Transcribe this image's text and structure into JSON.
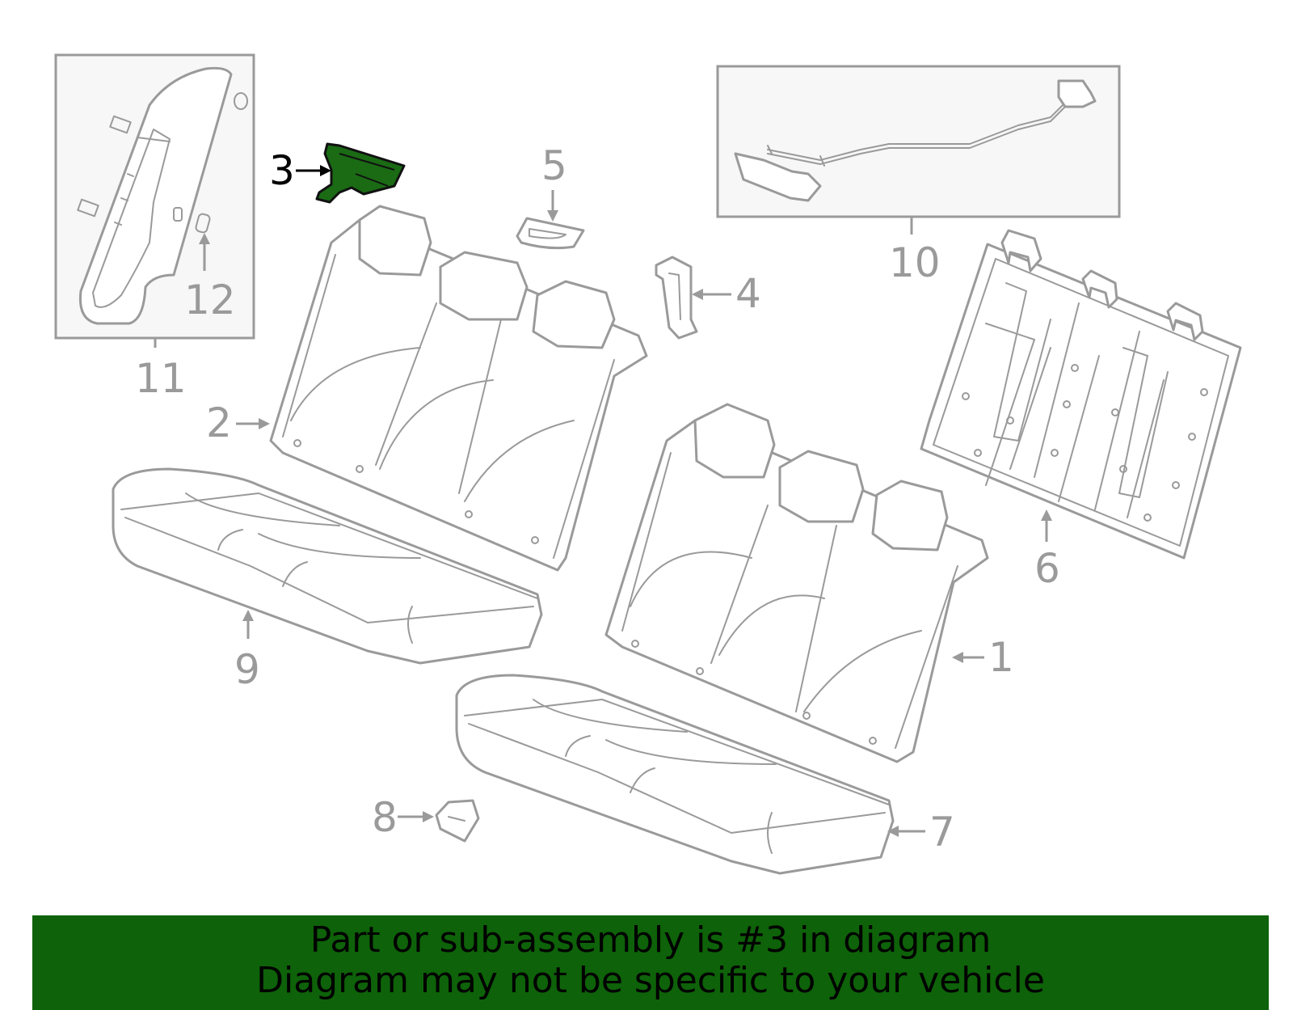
{
  "highlight_color": "#1a6b14",
  "banner_color": "#0e6209",
  "line_color": "#9a9a9a",
  "labels": {
    "p1": "1",
    "p2": "2",
    "p3": "3",
    "p4": "4",
    "p5": "5",
    "p6": "6",
    "p7": "7",
    "p8": "8",
    "p9": "9",
    "p10": "10",
    "p11": "11",
    "p12": "12"
  },
  "highlighted_part": "3",
  "banner": {
    "line1": "Part or sub-assembly is #3 in diagram",
    "line2": "Diagram may not be specific to your vehicle"
  }
}
